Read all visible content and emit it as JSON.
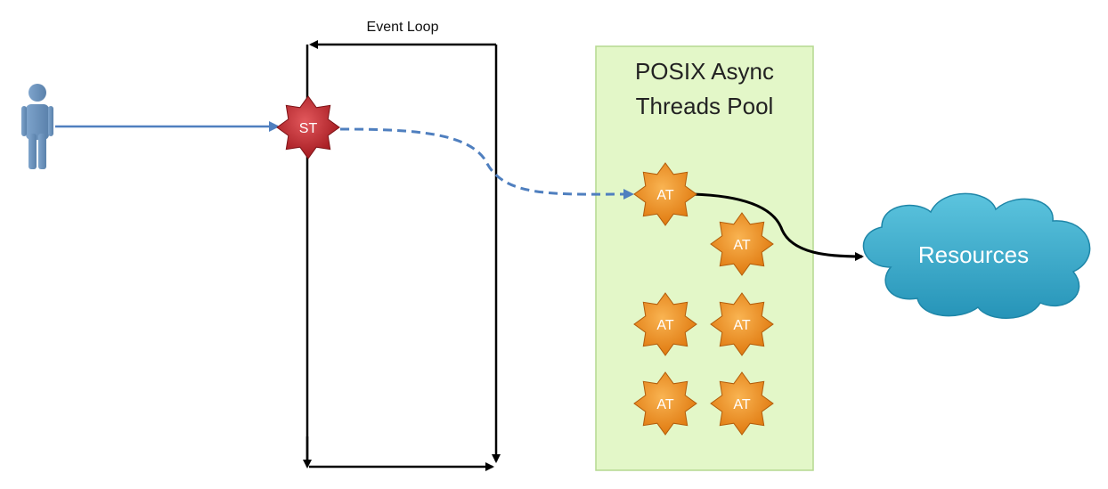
{
  "event_loop": {
    "label": "Event Loop"
  },
  "pool": {
    "title_line1": "POSIX Async",
    "title_line2": "Threads Pool"
  },
  "single_thread": {
    "label": "ST"
  },
  "async_threads": [
    {
      "label": "AT",
      "active": true
    },
    {
      "label": "AT",
      "active": false
    },
    {
      "label": "AT",
      "active": false
    },
    {
      "label": "AT",
      "active": false
    },
    {
      "label": "AT",
      "active": false
    },
    {
      "label": "AT",
      "active": false
    }
  ],
  "resources": {
    "label": "Resources"
  },
  "icons": {
    "user": "person-icon"
  },
  "colors": {
    "pool_fill": "#e3f7c8",
    "pool_border": "#b5d890",
    "st_fill": "#c0262c",
    "at_fill": "#f08f1f",
    "cloud_fill": "#3ab0cf",
    "request_arrow": "#4f7fbf",
    "dispatch_arrow": "#4f7fbf",
    "user_icon": "#6a8fb8"
  }
}
